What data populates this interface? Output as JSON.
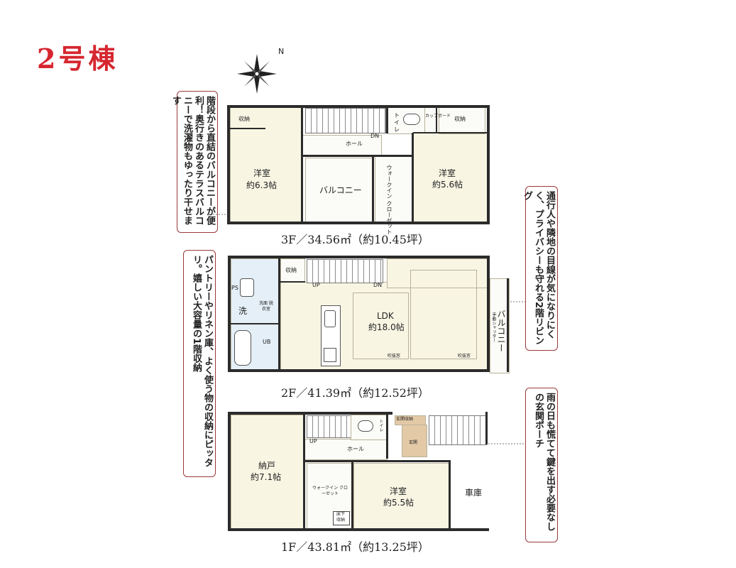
{
  "title": "2号棟",
  "compass": {
    "north_label": "N"
  },
  "callouts": {
    "floor3_note": "階段から直結のバルコニーが便利！奥行きのあるテラスバルコニーで洗濯物もゆったり干せます",
    "floor2_note": "通行人や隣地の目線が気になりにくく、プライバシーも守れる2階リビング",
    "pantry_note": "パントリーやリネン庫、よく使う物の収納にピッタリ。嬉しい大容量の1階収納",
    "porch_note": "雨の日も慌てて鍵を出す必要なしの玄関ポーチ"
  },
  "floors": {
    "f3": {
      "area_label": "3F／34.56㎡（約10.45坪）",
      "rooms": {
        "storage_left": "収納",
        "western_left": "洋室",
        "western_left_size": "約6.3帖",
        "hall": "ホール",
        "balcony": "バルコニー",
        "toilet": "トイレ",
        "cupboard": "カップボード",
        "walkin_closet": "ウォークイン クローゼット",
        "storage_right": "収納",
        "western_right": "洋室",
        "western_right_size": "約5.6帖",
        "dn": "DN"
      }
    },
    "f2": {
      "area_label": "2F／41.39㎡（約12.52坪）",
      "rooms": {
        "storage": "収納",
        "ps": "PS",
        "laundry": "洗",
        "washroom": "洗面 脱衣室",
        "ub": "UB",
        "ldk": "LDK",
        "ldk_size": "約18.0帖",
        "balcony": "バルコニー",
        "shutter": "手動シャッター",
        "up": "UP",
        "dn": "DN",
        "window_a": "吹抜窓",
        "window_b": "吹抜窓"
      }
    },
    "f1": {
      "area_label": "1F／43.81㎡（約13.25坪）",
      "rooms": {
        "storeroom": "納戸",
        "storeroom_size": "約7.1帖",
        "up": "UP",
        "hall": "ホール",
        "toilet": "トイレ",
        "entrance_storage": "玄関収納",
        "entrance": "玄関",
        "walkin_closet": "ウォークイン クローゼット",
        "under_floor": "床下 収納",
        "western": "洋室",
        "western_size": "約5.5帖",
        "garage": "車庫"
      }
    }
  }
}
